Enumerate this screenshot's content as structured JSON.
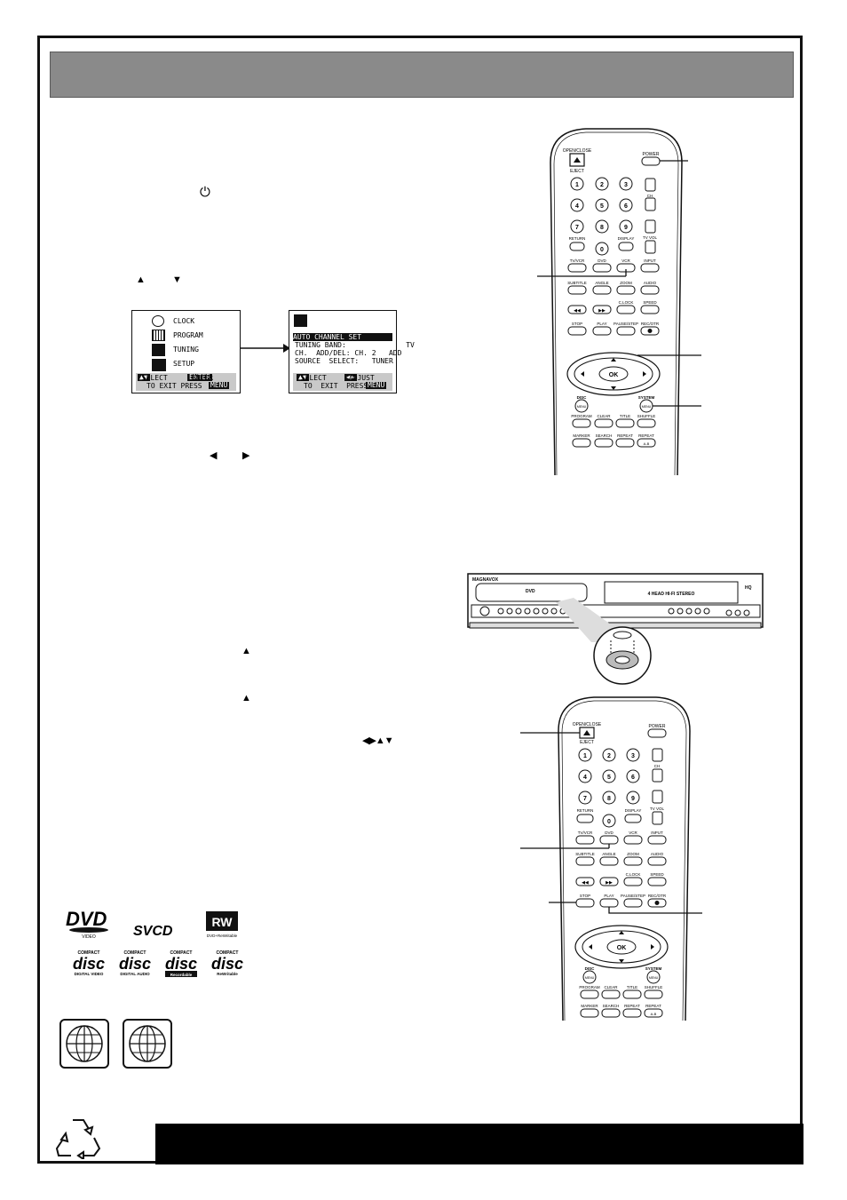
{
  "symbols": {
    "power": "⏻",
    "up": "▲",
    "down": "▼",
    "left": "◀",
    "right": "▶",
    "eject1": "▲",
    "eject2": "▲",
    "arrows4": "◀▶▲▼"
  },
  "osd_main": {
    "items": [
      "CLOCK",
      "PROGRAM",
      "TUNING",
      "SETUP"
    ],
    "foot_line1_select": "SELECT",
    "foot_line1_enter_tag": "ENTER",
    "foot_line1_enter": "ENTER",
    "foot_line2": "TO EXIT PRESS",
    "foot_menu_tag": "MENU"
  },
  "osd_tuning": {
    "rows": [
      "AUTO CHANNEL SET",
      "TUNING BAND:              TV",
      "CH.  ADD/DEL: CH. 2   ADD",
      "SOURCE  SELECT:   TUNER"
    ],
    "foot_select": "SELECT",
    "foot_adjust": "ADJUST",
    "foot_line2": "TO  EXIT  PRESS",
    "foot_menu_tag": "MENU"
  },
  "remote1": {
    "labels": {
      "open_close": "OPEN/CLOSE",
      "eject": "EJECT",
      "power": "POWER",
      "ch": "CH",
      "return": "RETURN",
      "display": "DISPLAY",
      "tv_vol": "TV VOL",
      "tv_vcr": "TV/VCR",
      "dvd": "DVD",
      "vcr": "VCR",
      "input": "INPUT",
      "subtitle": "SUBTITLE",
      "angle": "ANGLE",
      "zoom": "ZOOM",
      "audio": "AUDIO",
      "clock": "C.LOCK",
      "speed": "SPEED",
      "stop": "STOP",
      "play": "PLAY",
      "pause_step": "PAUSE/STEP",
      "rec_otr": "REC/OTR",
      "ok": "OK",
      "disc": "DISC",
      "system": "SYSTEM",
      "menu": "MENU",
      "program": "PROGRAM",
      "clear": "CLEAR",
      "title": "TITLE",
      "shuffle": "SHUFFLE",
      "marker": "MARKER",
      "search": "SEARCH",
      "repeat": "REPEAT",
      "ab": "A-B"
    },
    "digits": [
      "1",
      "2",
      "3",
      "4",
      "5",
      "6",
      "7",
      "8",
      "9",
      "0"
    ]
  },
  "deck": {
    "brand": "MAGNAVOX",
    "dvd_logo": "DVD",
    "vhs_text": "4 HEAD HI-FI STEREO",
    "hq": "HQ"
  },
  "disc_logos": {
    "dvd": "DVD",
    "dvd_sub": "VIDEO",
    "svcd": "SVCD",
    "rw": "RW",
    "rw_sub": "DVD+ReWritable",
    "compact": "COMPACT",
    "disc": "disc",
    "cd_labels": [
      "DIGITAL VIDEO",
      "DIGITAL AUDIO",
      "Recordable",
      "ReWritable"
    ]
  }
}
